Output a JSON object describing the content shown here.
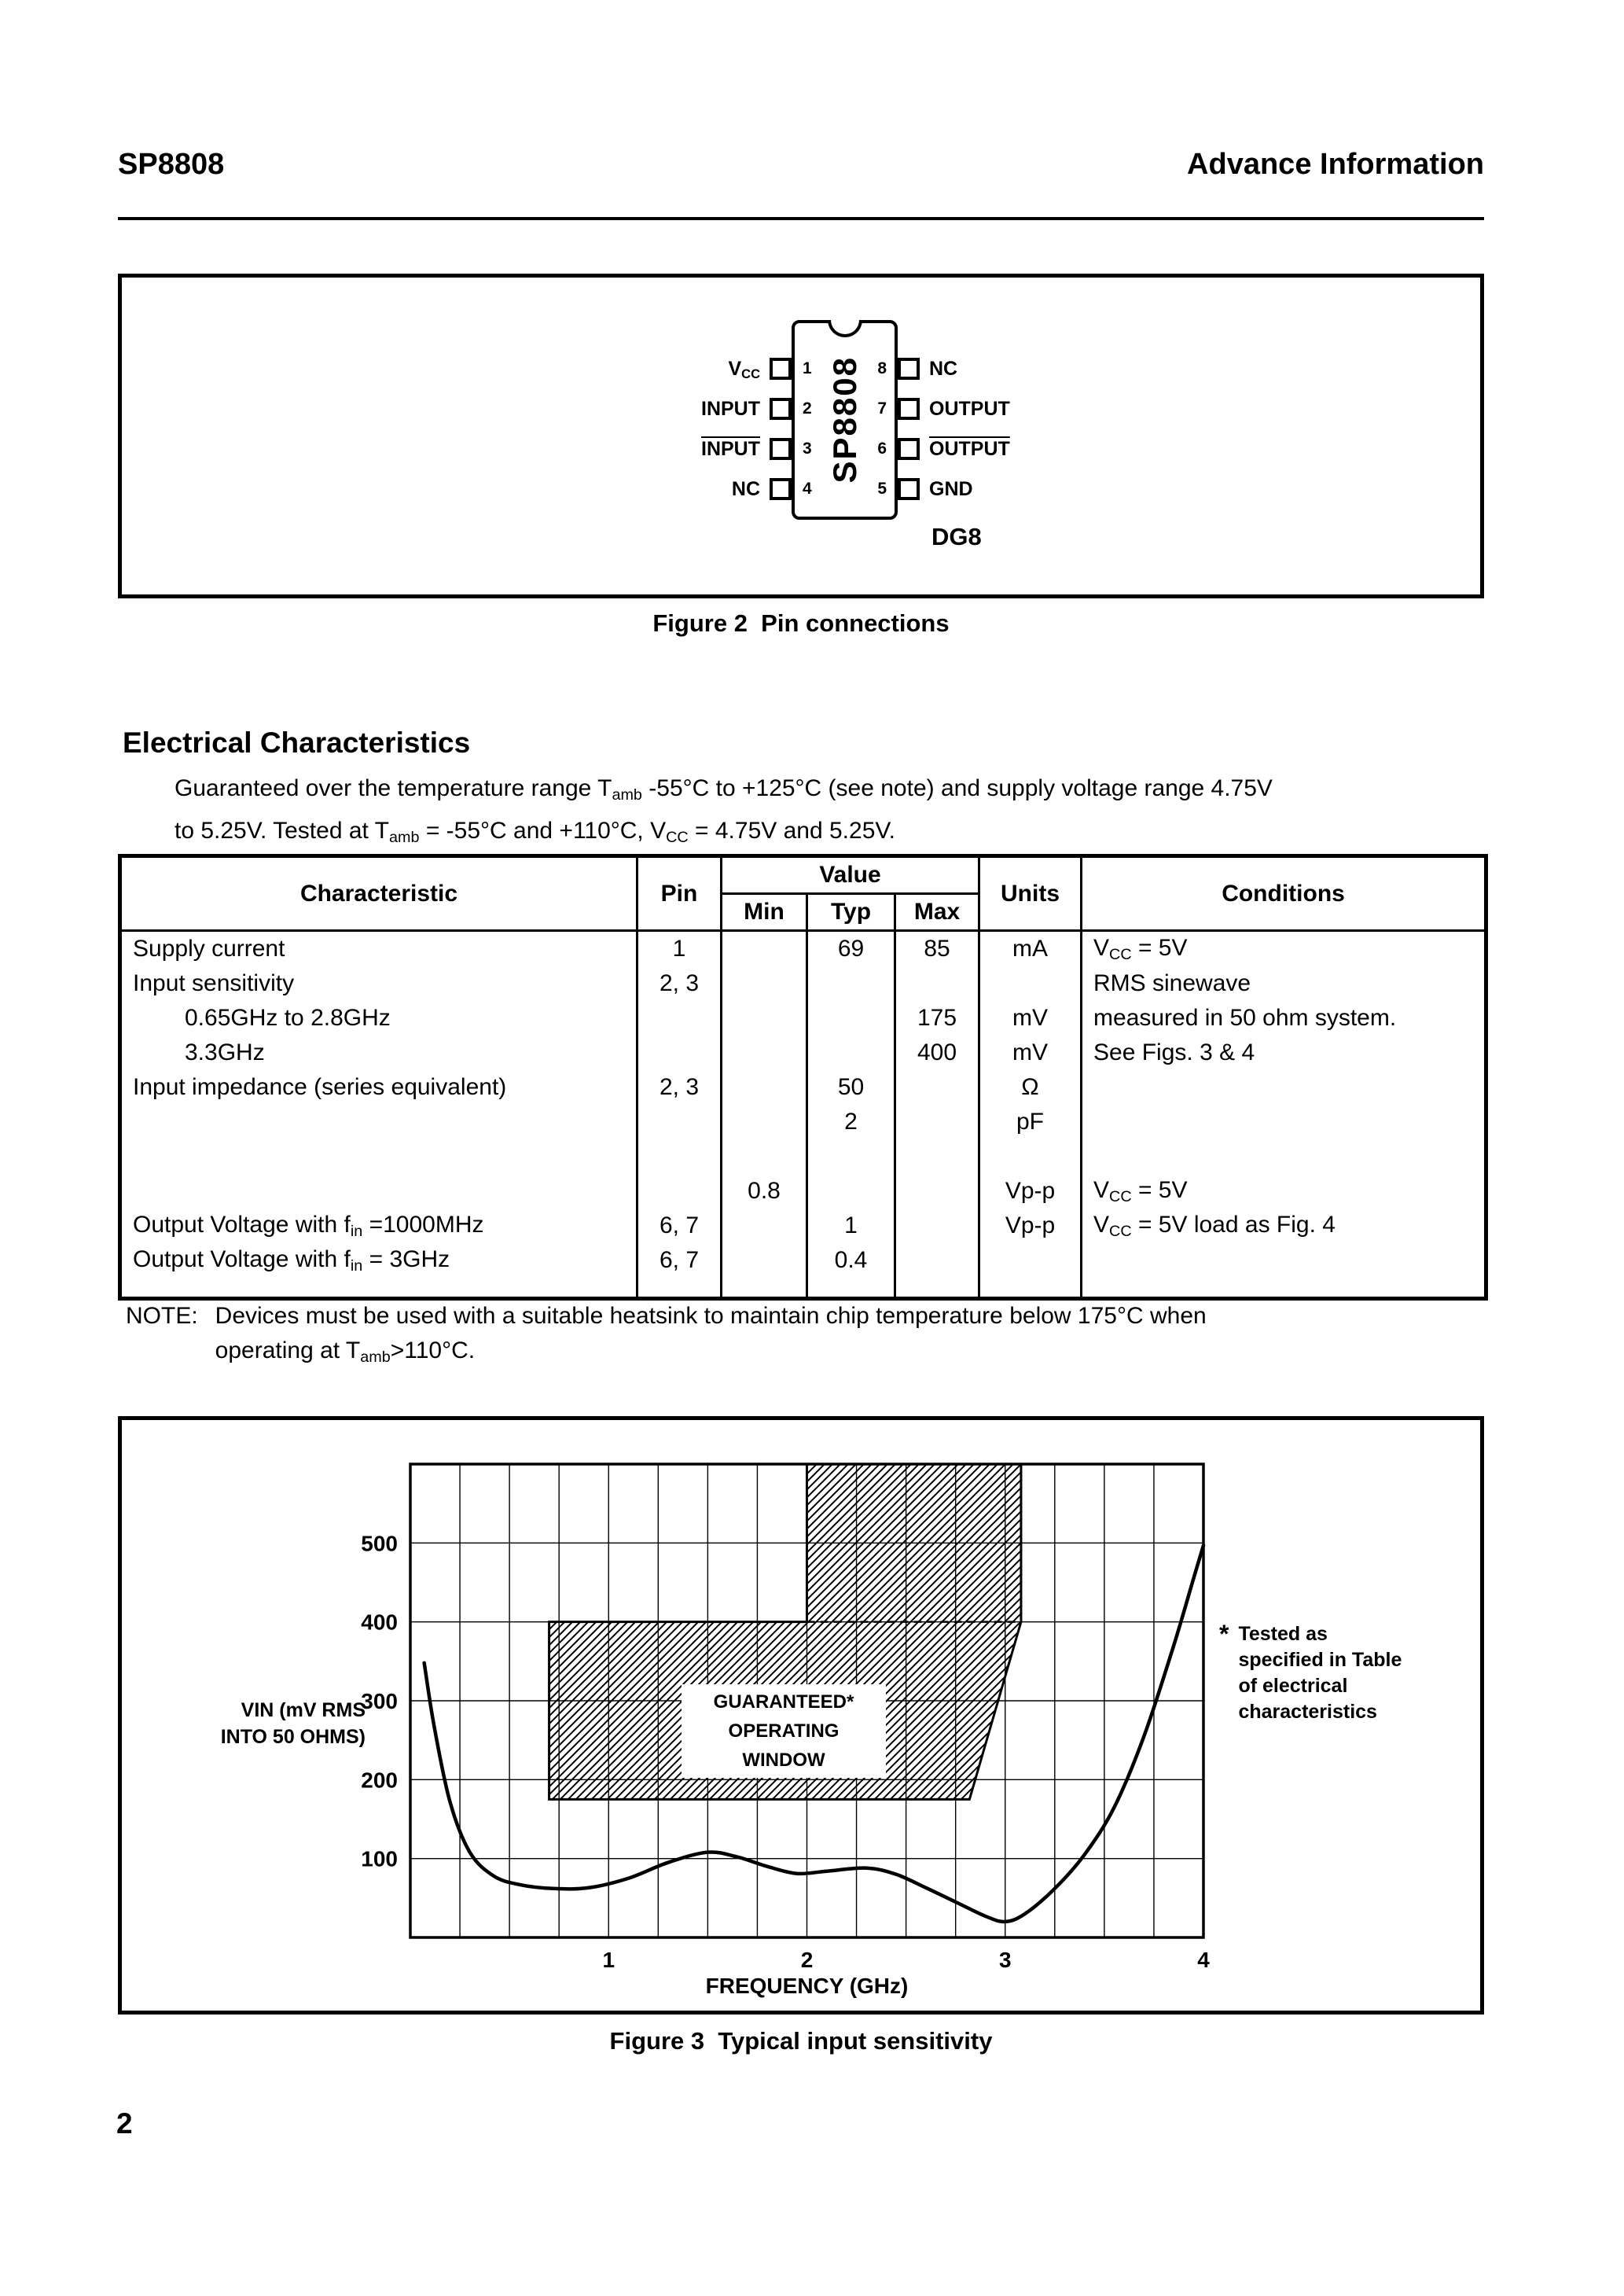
{
  "page": {
    "number": "2",
    "header_left": "SP8808",
    "header_right": "Advance Information"
  },
  "figure2": {
    "caption": "Figure 2  Pin connections",
    "chip_title": "SP8808",
    "package_label": "DG8",
    "pins_left": [
      {
        "number": "1",
        "label": [
          {
            "t": "V"
          },
          {
            "t": "CC",
            "s": "sub"
          }
        ]
      },
      {
        "number": "2",
        "label": [
          {
            "t": "INPUT"
          }
        ]
      },
      {
        "number": "3",
        "label": [
          {
            "t": "INPUT",
            "s": "over"
          }
        ]
      },
      {
        "number": "4",
        "label": [
          {
            "t": "NC"
          }
        ]
      }
    ],
    "pins_right": [
      {
        "number": "8",
        "label": [
          {
            "t": "NC"
          }
        ]
      },
      {
        "number": "7",
        "label": [
          {
            "t": "OUTPUT"
          }
        ]
      },
      {
        "number": "6",
        "label": [
          {
            "t": "OUTPUT",
            "s": "over"
          }
        ]
      },
      {
        "number": "5",
        "label": [
          {
            "t": "GND"
          }
        ]
      }
    ]
  },
  "section": {
    "title": "Electrical Characteristics",
    "intro": [
      {
        "t": "Guaranteed over the temperature range T"
      },
      {
        "t": "amb",
        "s": "sub"
      },
      {
        "t": " -55°C to +125°C (see note) and supply voltage range 4.75V"
      },
      {
        "br": true
      },
      {
        "t": "to 5.25V. Tested at T"
      },
      {
        "t": "amb",
        "s": "sub"
      },
      {
        "t": " = -55°C and +110°C, V"
      },
      {
        "t": "CC",
        "s": "sub"
      },
      {
        "t": " = 4.75V and 5.25V."
      }
    ]
  },
  "table": {
    "headers": {
      "characteristic": "Characteristic",
      "pin": "Pin",
      "value": "Value",
      "min": "Min",
      "typ": "Typ",
      "max": "Max",
      "units": "Units",
      "conditions": "Conditions"
    },
    "rows": [
      {
        "characteristic": "Supply current",
        "pin": "1",
        "typ": "69",
        "max": "85",
        "units": "mA",
        "conditions": [
          {
            "t": "V"
          },
          {
            "t": "CC",
            "s": "sub"
          },
          {
            "t": " = 5V"
          }
        ]
      },
      {
        "characteristic": "Input sensitivity",
        "pin": "2, 3",
        "conditions": "RMS sinewave"
      },
      {
        "characteristic": "0.65GHz to 2.8GHz",
        "max": "175",
        "units": "mV",
        "conditions": "measured in 50 ohm system."
      },
      {
        "characteristic": "3.3GHz",
        "max": "400",
        "units": "mV",
        "conditions": "See Figs. 3 & 4"
      },
      {
        "characteristic": "Input impedance (series equivalent)",
        "pin": "2, 3",
        "typ": "50",
        "units": "Ω"
      },
      {
        "typ": "2",
        "units": "pF"
      },
      {
        "spacer": true
      },
      {
        "min": "0.8",
        "units": "Vp-p",
        "conditions": [
          {
            "t": "V"
          },
          {
            "t": "CC",
            "s": "sub"
          },
          {
            "t": " = 5V"
          }
        ]
      },
      {
        "characteristic": [
          {
            "t": "Output Voltage with f"
          },
          {
            "t": "in",
            "s": "sub"
          },
          {
            "t": " =1000MHz"
          }
        ],
        "pin": "6, 7",
        "typ": "1",
        "units": "Vp-p",
        "conditions": [
          {
            "t": "V"
          },
          {
            "t": "CC",
            "s": "sub"
          },
          {
            "t": " = 5V load as Fig. 4"
          }
        ]
      },
      {
        "characteristic": [
          {
            "t": "Output Voltage with f"
          },
          {
            "t": "in",
            "s": "sub"
          },
          {
            "t": " = 3GHz"
          }
        ],
        "pin": "6, 7",
        "typ": "0.4"
      }
    ]
  },
  "note": {
    "label": "NOTE:",
    "text": [
      {
        "t": "Devices must be used with a suitable heatsink to maintain chip temperature below 175°C when"
      },
      {
        "br": true
      },
      {
        "t": "operating at T"
      },
      {
        "t": "amb",
        "s": "sub"
      },
      {
        "t": ">110°C."
      }
    ]
  },
  "figure3": {
    "caption": "Figure 3  Typical input sensitivity"
  },
  "chart_data": {
    "type": "line",
    "title": "Typical input sensitivity",
    "xlabel": "FREQUENCY (GHz)",
    "ylabel_lines": [
      "VIN (mV RMS",
      "INTO 50 OHMS)"
    ],
    "xlim": [
      0,
      4
    ],
    "ylim": [
      0,
      600
    ],
    "x_ticks": [
      1,
      2,
      3,
      4
    ],
    "y_ticks": [
      100,
      200,
      300,
      400,
      500
    ],
    "x_grid_step": 0.25,
    "y_grid_step": 100,
    "grid": true,
    "series": [
      {
        "name": "typical input sensitivity",
        "points": [
          [
            0.07,
            348
          ],
          [
            0.12,
            268
          ],
          [
            0.2,
            172
          ],
          [
            0.3,
            108
          ],
          [
            0.42,
            78
          ],
          [
            0.55,
            67
          ],
          [
            0.72,
            62
          ],
          [
            0.9,
            63
          ],
          [
            1.1,
            75
          ],
          [
            1.3,
            95
          ],
          [
            1.5,
            108
          ],
          [
            1.65,
            102
          ],
          [
            1.8,
            90
          ],
          [
            1.95,
            81
          ],
          [
            2.1,
            84
          ],
          [
            2.3,
            88
          ],
          [
            2.45,
            80
          ],
          [
            2.6,
            63
          ],
          [
            2.75,
            45
          ],
          [
            2.9,
            27
          ],
          [
            3.0,
            20
          ],
          [
            3.1,
            30
          ],
          [
            3.25,
            62
          ],
          [
            3.4,
            105
          ],
          [
            3.55,
            165
          ],
          [
            3.7,
            255
          ],
          [
            3.85,
            370
          ],
          [
            3.95,
            455
          ],
          [
            4.0,
            497
          ]
        ]
      }
    ],
    "window": {
      "label_lines": [
        "GUARANTEED*",
        "OPERATING",
        "WINDOW"
      ],
      "polygon": [
        [
          0.7,
          175
        ],
        [
          0.7,
          400
        ],
        [
          2.0,
          400
        ],
        [
          2.0,
          600
        ],
        [
          3.08,
          600
        ],
        [
          3.08,
          400
        ],
        [
          2.82,
          175
        ]
      ],
      "dashed_y": 400,
      "dashed_x": [
        2.0,
        3.08
      ]
    },
    "annotation": {
      "bullet": "*",
      "lines": [
        "Tested as",
        "specified in Table",
        "of electrical",
        "characteristics"
      ]
    }
  }
}
